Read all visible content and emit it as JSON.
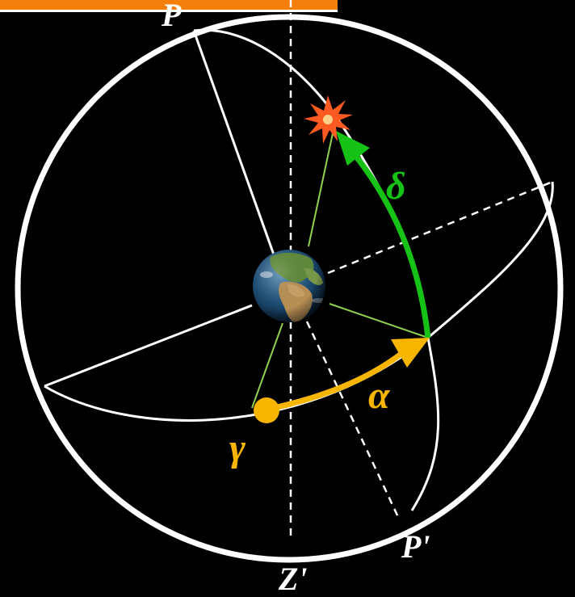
{
  "labels": {
    "pole_north": "P",
    "pole_south": "P'",
    "nadir": "Z'",
    "vernal_equinox": "γ",
    "right_ascension": "α",
    "declination": "δ"
  },
  "colors": {
    "background": "#000000",
    "sphere": "#ffffff",
    "guide_lines": "#8fd14f",
    "declination_arc": "#17c217",
    "right_ascension_arc": "#f7b500",
    "star": "#ff5a1f",
    "banner": "#f47f0a"
  },
  "icons": {
    "star": "star-burst-icon",
    "earth": "earth-globe-icon"
  },
  "banner_text": ""
}
